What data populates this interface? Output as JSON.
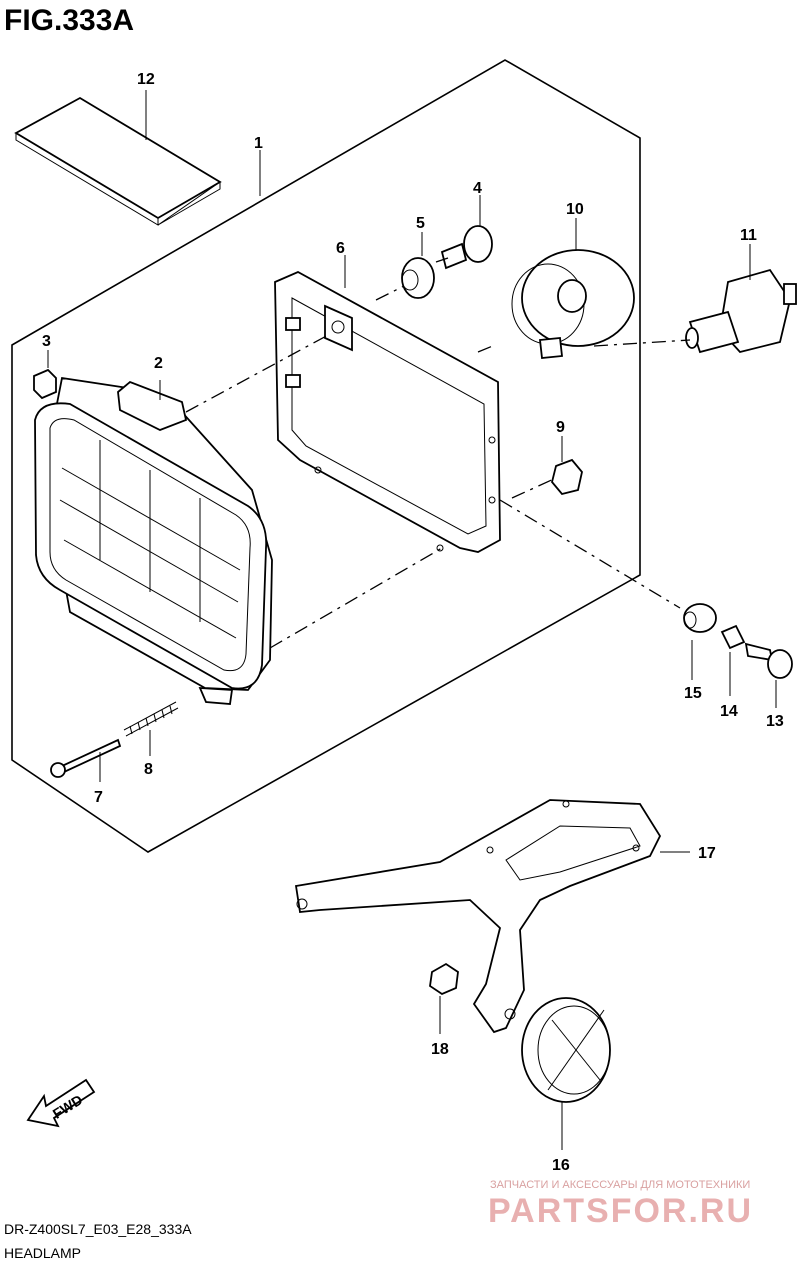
{
  "figure": {
    "title": "FIG.333A",
    "model_code": "DR-Z400SL7_E03_E28_333A",
    "name": "HEADLAMP",
    "fwd_label": "FWD"
  },
  "callouts": [
    "1",
    "2",
    "3",
    "4",
    "5",
    "6",
    "7",
    "8",
    "9",
    "10",
    "11",
    "12",
    "13",
    "14",
    "15",
    "16",
    "17",
    "18"
  ],
  "watermark": {
    "line1": "ЗАПЧАСТИ И АКСЕССУАРЫ ДЛЯ МОТОТЕХНИКИ",
    "line2": "PARTSFOR.RU"
  }
}
